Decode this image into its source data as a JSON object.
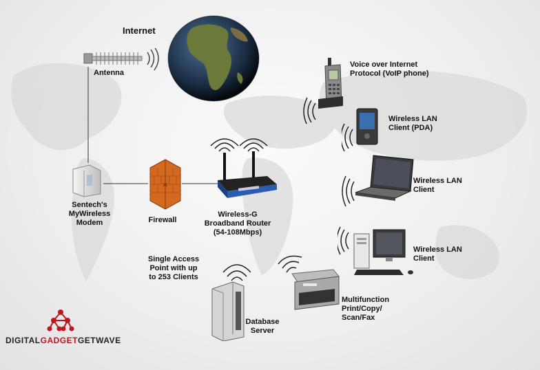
{
  "labels": {
    "internet": "Internet",
    "antenna": "Antenna",
    "voip": [
      "Voice over Internet",
      "Protocol (VoIP phone)"
    ],
    "pda": [
      "Wireless LAN",
      "Client (PDA)"
    ],
    "laptop": [
      "Wireless LAN",
      "Client"
    ],
    "desktop": [
      "Wireless LAN",
      "Client"
    ],
    "modem": [
      "Sentech's",
      "MyWireless",
      "Modem"
    ],
    "firewall": "Firewall",
    "router": [
      "Wireless-G",
      "Broadband Router",
      "(54-108Mbps)"
    ],
    "access_point": [
      "Single Access",
      "Point with up",
      "to 253 Clients"
    ],
    "multifunction": [
      "Multifunction",
      "Print/Copy/",
      "Scan/Fax"
    ],
    "server": [
      "Database",
      "Server"
    ]
  },
  "brand": {
    "part1": "DIGITAL",
    "part2": "GADGET",
    "part3": "GETWAVE"
  },
  "colors": {
    "brand_red": "#c0161d",
    "ocean": "#1a2e44",
    "land": "#6b7a3a",
    "firewall": "#d2691e",
    "router_blue": "#2a5db0"
  }
}
